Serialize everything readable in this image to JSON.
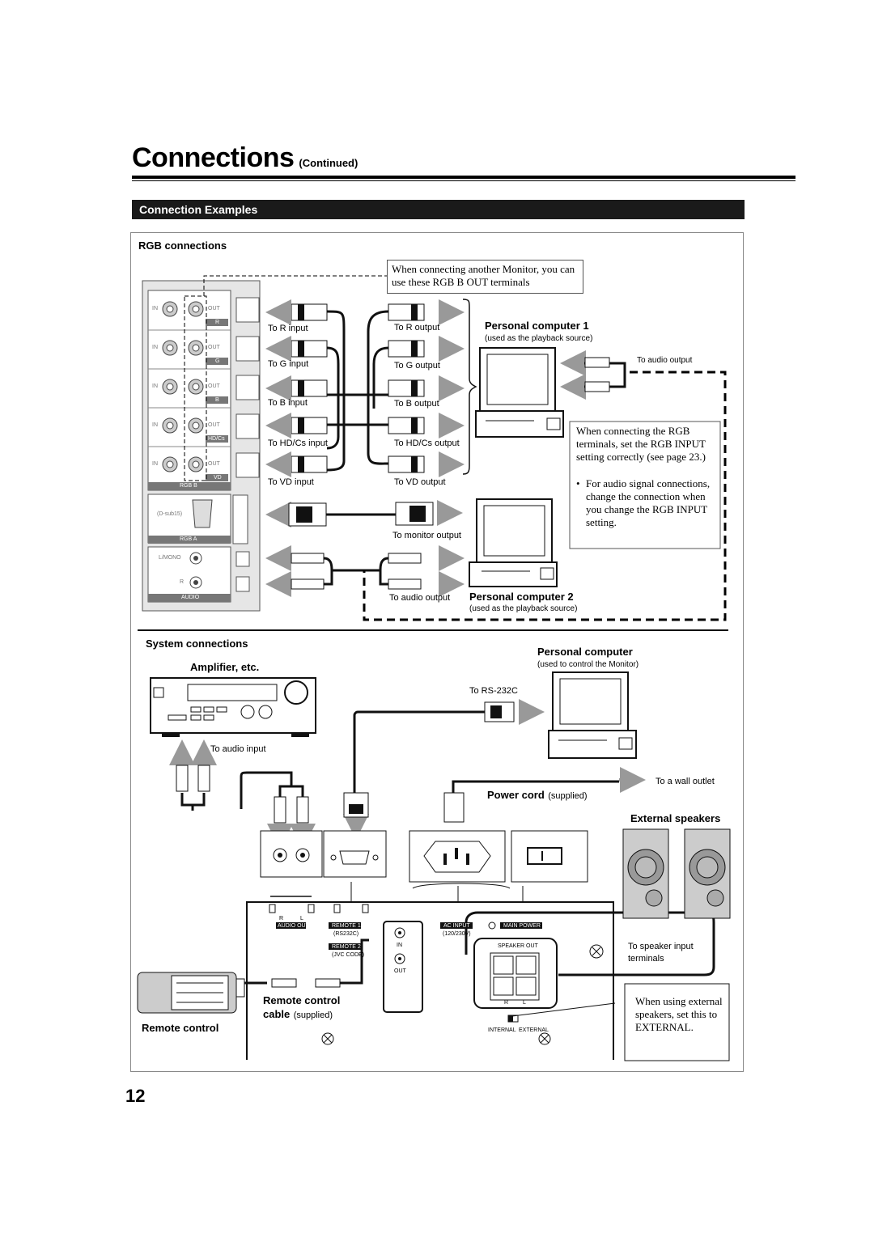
{
  "page": {
    "title": "Connections",
    "title_suffix": "(Continued)",
    "section": "Connection Examples",
    "page_number": "12"
  },
  "rgb": {
    "heading": "RGB connections",
    "note_top": "When connecting another Monitor, you can use these RGB B OUT terminals",
    "monitor_inputs": [
      "To R input",
      "To G input",
      "To B input",
      "To HD/Cs input",
      "To  VD input"
    ],
    "pc_outputs": [
      "To R output",
      "To G output",
      "To B output",
      "To HD/Cs output",
      "To  VD output"
    ],
    "pc1_title": "Personal computer 1",
    "pc1_sub": "(used as the playback source)",
    "to_audio_output_1": "To audio output",
    "to_monitor_output": "To monitor output",
    "to_audio_output_2": "To audio output",
    "pc2_title": "Personal computer 2",
    "pc2_sub": "(used as the playback source)",
    "note_side_1": "When connecting the RGB terminals, set the RGB INPUT setting correctly (see page 23.)",
    "note_side_bullet": "•",
    "note_side_2": "For audio signal connections, change the connection when you change the RGB INPUT setting.",
    "panel_labels": {
      "in": "IN",
      "out": "OUT",
      "rows": [
        "R",
        "G",
        "B",
        "HD/Cs",
        "VD"
      ],
      "rgb_b": "RGB  B",
      "dsub": "(D-sub15)",
      "rgb_a": "RGB  A",
      "lmono": "L/MONO",
      "r": "R",
      "audio": "AUDIO"
    }
  },
  "system": {
    "heading": "System connections",
    "amplifier": "Amplifier, etc.",
    "pc_title": "Personal computer",
    "pc_sub": "(used to control the Monitor)",
    "to_rs232c": "To RS-232C",
    "to_audio_input": "To audio input",
    "to_wall_outlet": "To a wall outlet",
    "power_cord": "Power cord",
    "supplied": "(supplied)",
    "external_speakers": "External speakers",
    "to_speaker_input": "To speaker input terminals",
    "remote_cable_title": "Remote control",
    "remote_cable_sub": "cable",
    "remote_cable_supplied": "(supplied)",
    "remote_control": "Remote control",
    "note_external": "When using external speakers, set this to EXTERNAL.",
    "rear_labels": {
      "r": "R",
      "l": "L",
      "audio_out": "AUDIO OUT",
      "remote1": "REMOTE  1",
      "rs232c": "(RS232C)",
      "remote2": "REMOTE  2",
      "jvc": "(JVC CODE)",
      "in": "IN",
      "out": "OUT",
      "ac_input": "AC  INPUT",
      "v": "(120/230V)",
      "main_power": "MAIN  POWER",
      "speaker_out": "SPEAKER  OUT",
      "internal": "INTERNAL",
      "external": "EXTERNAL"
    }
  }
}
